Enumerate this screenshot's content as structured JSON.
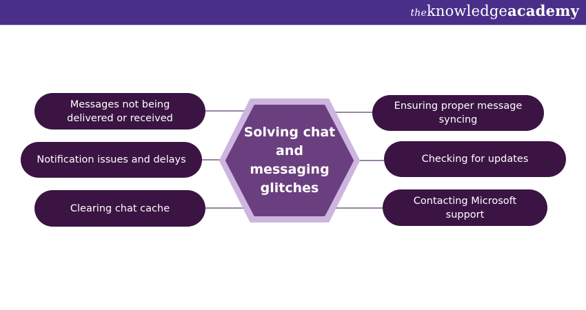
{
  "header": {
    "logo_prefix": "the",
    "logo_knowledge": "knowledge",
    "logo_academy": "academy"
  },
  "colors": {
    "header_bg": "#4a2f8a",
    "pill_bg": "#3b1443",
    "hex_fill": "#6a3f7f",
    "hex_border": "#cdb5e0",
    "connector": "#5a3a6a"
  },
  "diagram": {
    "center": "Solving chat and messaging glitches",
    "left_items": [
      "Messages not being delivered or received",
      "Notification issues and delays",
      "Clearing chat cache"
    ],
    "right_items": [
      "Ensuring proper message syncing",
      "Checking for updates",
      "Contacting Microsoft support"
    ]
  }
}
